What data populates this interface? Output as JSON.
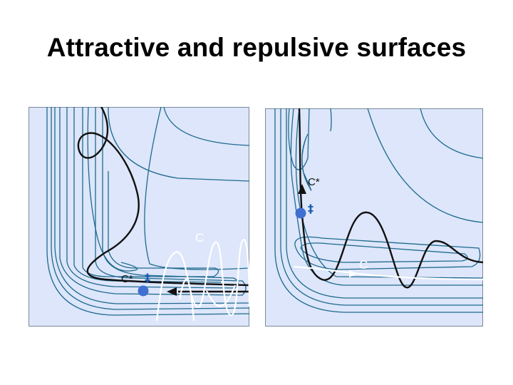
{
  "slide": {
    "title": "Attractive and repulsive surfaces"
  },
  "colors": {
    "panel_background": "#dde6fa",
    "contour_line": "#1f6a8f",
    "trajectory": "#111111",
    "wavepacket": "#ffffff",
    "transition_state_marker": "#3f6fd1"
  },
  "panels": [
    {
      "labels": {
        "c": "C",
        "c_star": "C*",
        "dagger": "‡"
      }
    },
    {
      "labels": {
        "c": "C",
        "c_star": "C*",
        "dagger": "‡"
      }
    }
  ]
}
